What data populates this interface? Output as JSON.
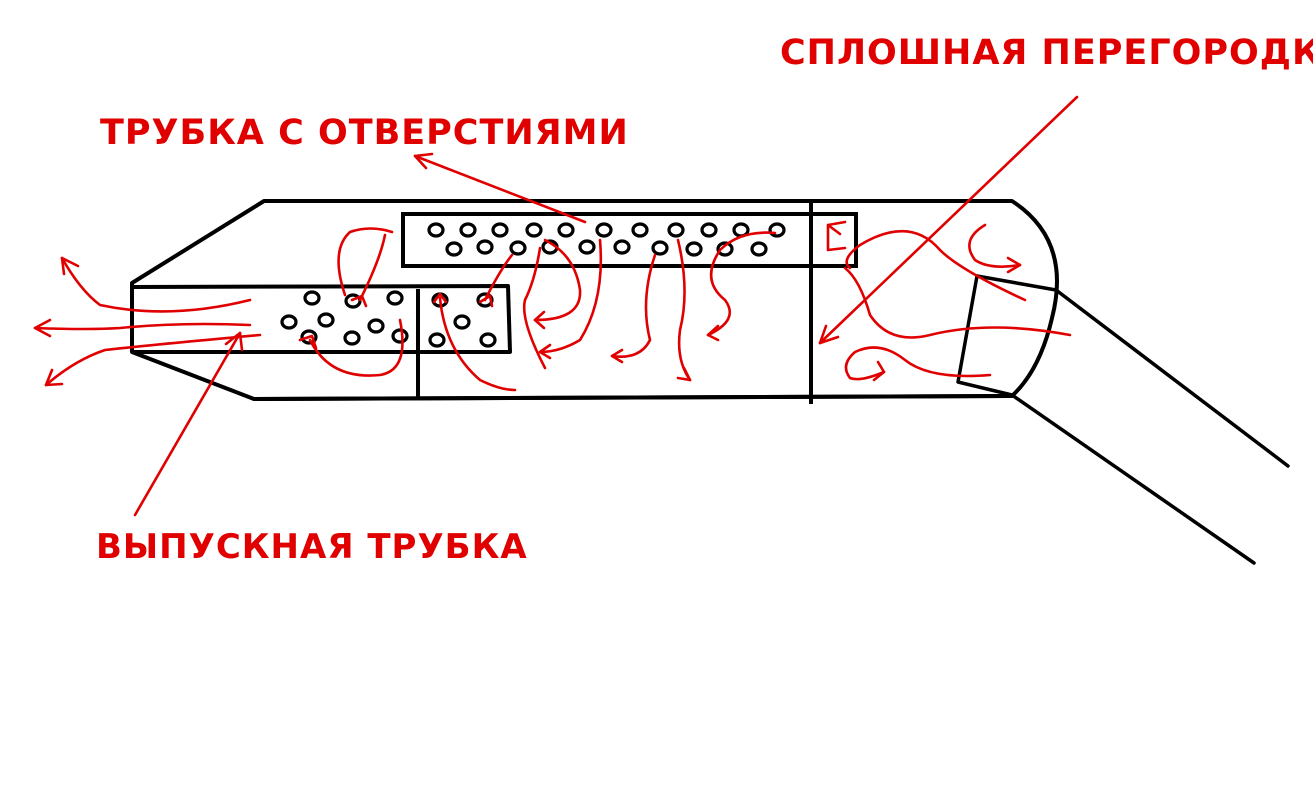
{
  "diagram": {
    "labels": {
      "solid_partition": "СПЛОШНАЯ ПЕРЕГОРОДКА",
      "perforated_tube": "ТРУБКА С ОТВЕРСТИЯМИ",
      "outlet_tube": "ВЫПУСКНАЯ ТРУБКА"
    }
  },
  "colors": {
    "annotation": "#e00000",
    "outline": "#000000",
    "background": "#ffffff"
  }
}
